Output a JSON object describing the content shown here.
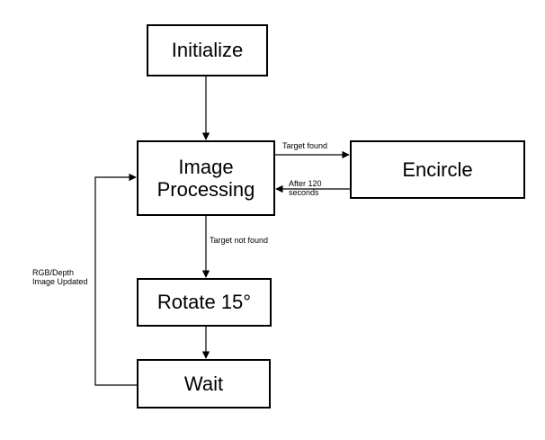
{
  "nodes": {
    "initialize": "Initialize",
    "image_processing_line1": "Image",
    "image_processing_line2": "Processing",
    "encircle": "Encircle",
    "rotate": "Rotate 15°",
    "wait": "Wait"
  },
  "edges": {
    "target_found": "Target found",
    "after_120_line1": "After 120",
    "after_120_line2": "seconds",
    "target_not_found": "Target not found",
    "rgb_line1": "RGB/Depth",
    "rgb_line2": "Image Updated"
  }
}
